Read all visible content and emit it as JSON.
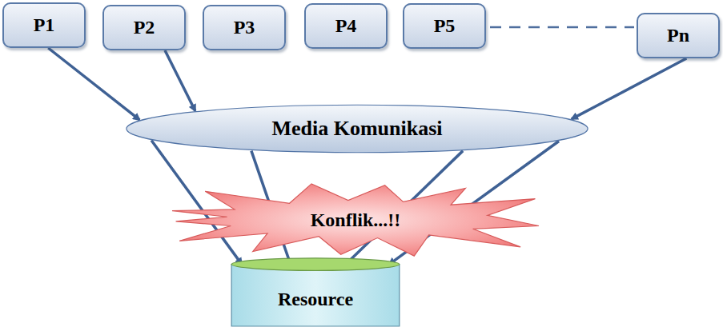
{
  "diagram": {
    "nodes": [
      {
        "text": [
          "P1"
        ]
      },
      {
        "text": [
          "P2"
        ]
      },
      {
        "text": [
          "P3"
        ]
      },
      {
        "text": [
          "P4"
        ]
      },
      {
        "text": [
          "P5"
        ]
      },
      {
        "text": [
          "Pn"
        ]
      },
      {
        "text": [
          "Media Komunikasi"
        ]
      },
      {
        "text": [
          "Konflik...!!"
        ]
      },
      {
        "text": [
          "Resource"
        ]
      }
    ],
    "edges": [
      {
        "from": 0,
        "to": 6,
        "arrow": "to"
      },
      {
        "from": 1,
        "to": 6,
        "arrow": "to"
      },
      {
        "from": 5,
        "to": 6,
        "arrow": "to"
      },
      {
        "from": 6,
        "to": 8,
        "arrow": "to"
      },
      {
        "from": 6,
        "to": 8,
        "arrow": "to"
      },
      {
        "from": 6,
        "to": 8,
        "arrow": "to"
      },
      {
        "from": 6,
        "to": 8,
        "arrow": "to"
      }
    ]
  }
}
